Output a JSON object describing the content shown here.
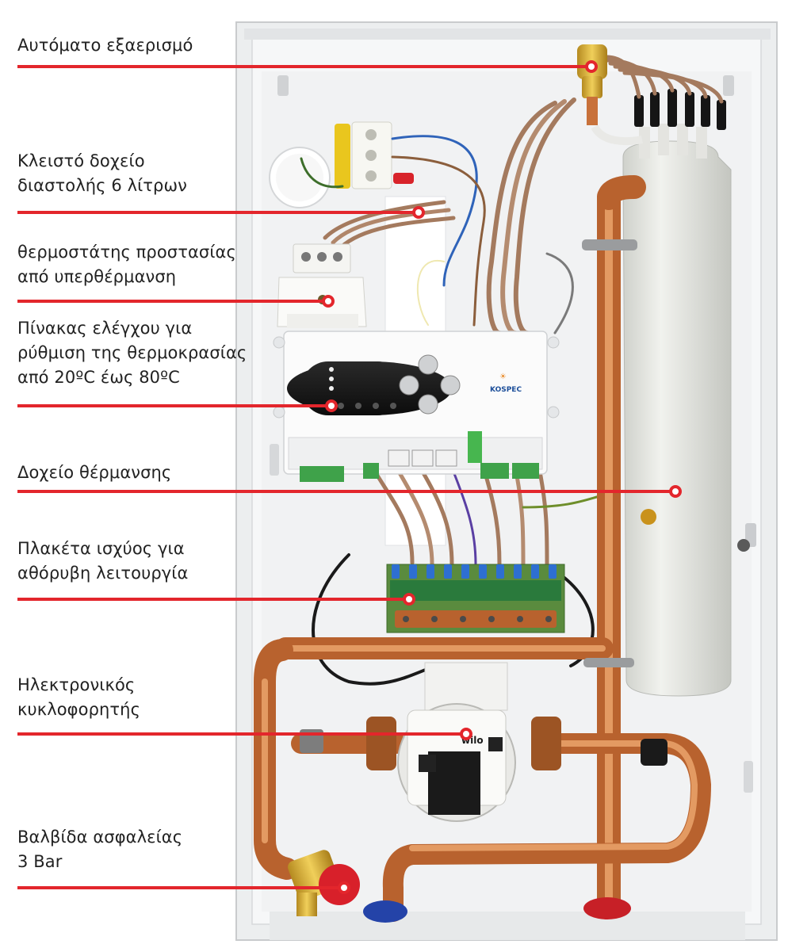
{
  "colors": {
    "callout_line": "#e3262c",
    "copper": "#c8713a",
    "cabinet": "#f1f2f3",
    "vessel": "#e6e7e2",
    "label_text": "#222222"
  },
  "callouts": [
    {
      "id": "auto-vent",
      "lines": [
        "Αυτόματο εξαερισμό"
      ]
    },
    {
      "id": "expansion-vessel",
      "lines": [
        "Κλειστό δοχείο",
        "διαστολής 6 λίτρων"
      ]
    },
    {
      "id": "overheat-thermostat",
      "lines": [
        "θερμοστάτης προστασίας",
        "από υπερθέρμανση"
      ]
    },
    {
      "id": "control-panel",
      "lines": [
        "Πίνακας ελέγχου για",
        "ρύθμιση της θερμοκρασίας",
        "από 20ºC έως 80ºC"
      ]
    },
    {
      "id": "heating-vessel",
      "lines": [
        "Δοχείο θέρμανσης"
      ]
    },
    {
      "id": "power-board",
      "lines": [
        "Πλακέτα ισχύος για",
        "αθόρυβη λειτουργία"
      ]
    },
    {
      "id": "circulator",
      "lines": [
        "Ηλεκτρονικός",
        "κυκλοφορητής"
      ]
    },
    {
      "id": "safety-valve",
      "lines": [
        "Βαλβίδα ασφαλείας",
        "3 Bar"
      ]
    }
  ],
  "panel": {
    "brand": "KOSPEC",
    "indicators": [
      "##",
      "##",
      "##"
    ]
  },
  "pump": {
    "brand": "wilo"
  }
}
